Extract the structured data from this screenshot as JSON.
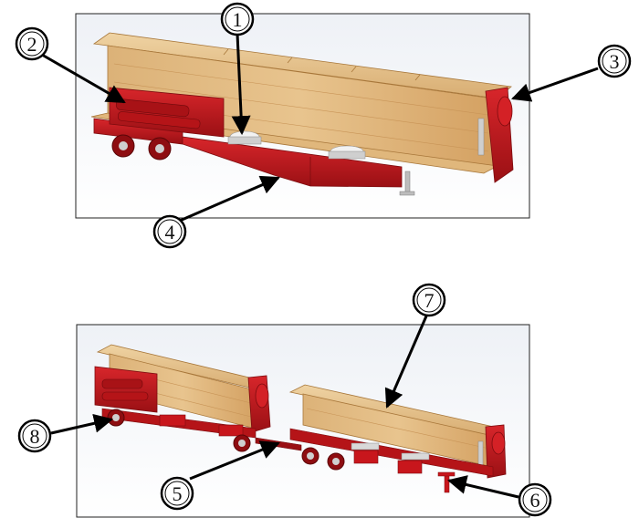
{
  "colors": {
    "background_top": "#eef1f6",
    "wood_light": "#e7c38b",
    "wood_mid": "#d9a964",
    "wood_dark": "#b57d3d",
    "red_main": "#c8161c",
    "red_dark": "#8e0d11",
    "red_light": "#e23a3e",
    "metal": "#cfcfcf",
    "leader": "#000000"
  },
  "panels": {
    "top": {
      "view": "beam-trailer-loaded-side-view"
    },
    "bottom": {
      "view": "two-dolly-configuration-view"
    }
  },
  "callouts": [
    {
      "id": "1",
      "label": "1"
    },
    {
      "id": "2",
      "label": "2"
    },
    {
      "id": "3",
      "label": "3"
    },
    {
      "id": "4",
      "label": "4"
    },
    {
      "id": "5",
      "label": "5"
    },
    {
      "id": "6",
      "label": "6"
    },
    {
      "id": "7",
      "label": "7"
    },
    {
      "id": "8",
      "label": "8"
    }
  ]
}
